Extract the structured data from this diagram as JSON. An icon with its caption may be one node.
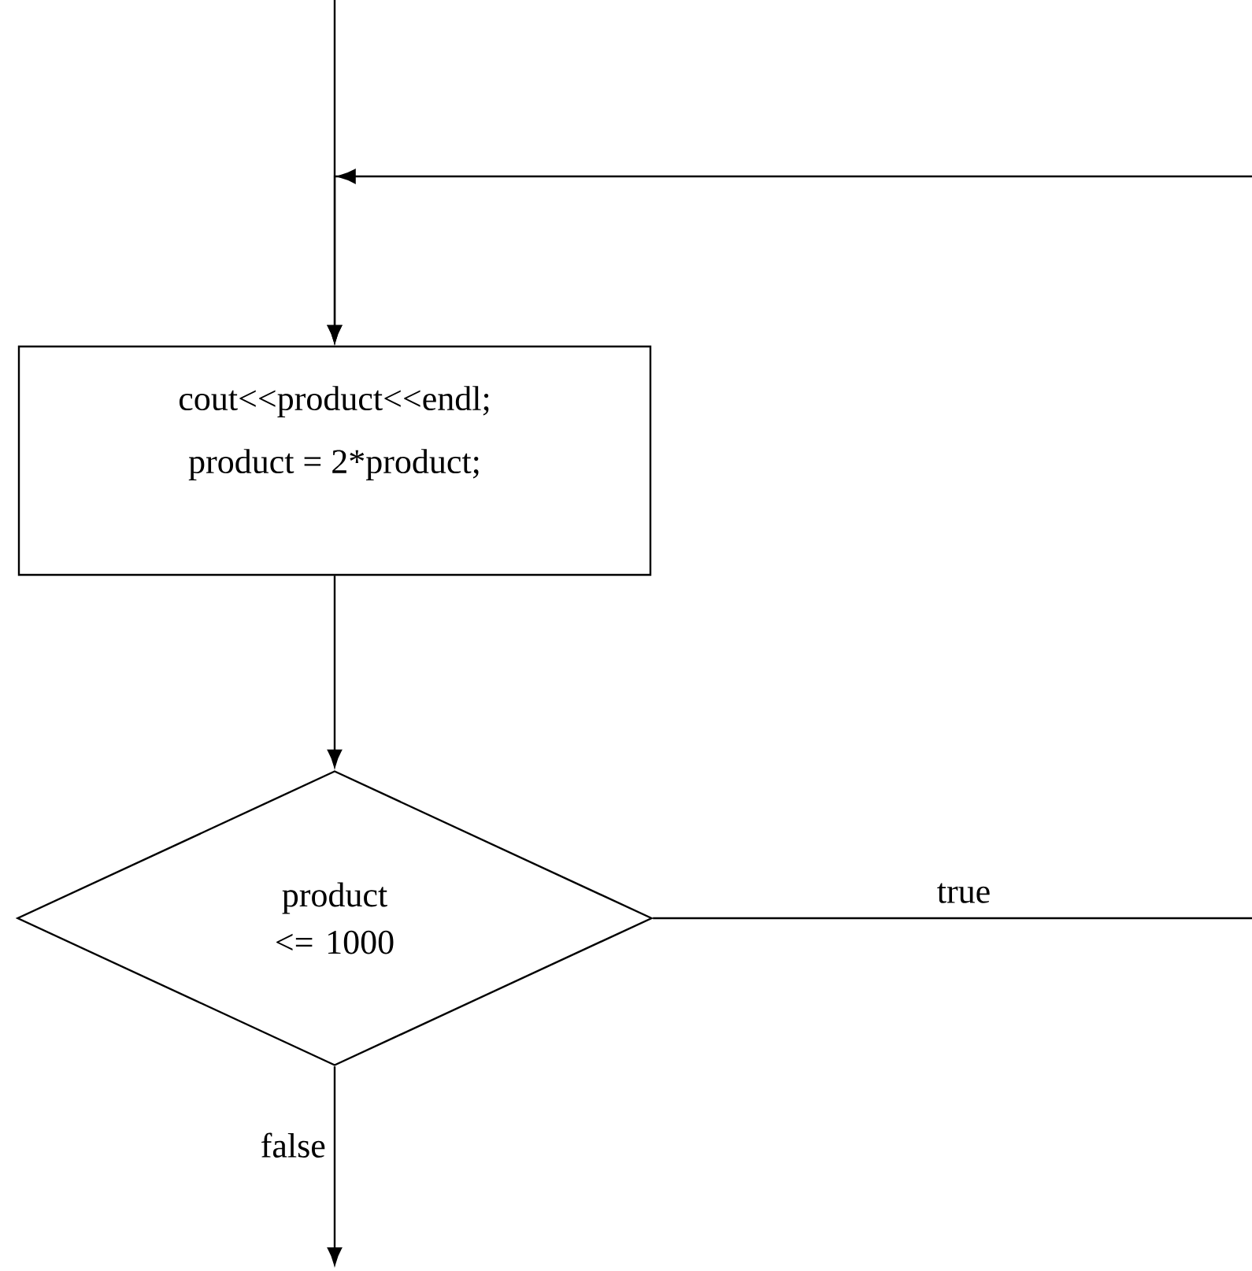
{
  "diagram": {
    "nodes": [
      {
        "text": [
          "cout<<product<<endl;",
          "product = 2*product;"
        ]
      },
      {
        "text": [
          "product <= 1000"
        ]
      }
    ],
    "edges": [
      {
        "from": null,
        "to": 0,
        "arrow": "to"
      },
      {
        "from": 0,
        "to": 1,
        "arrow": "to"
      },
      {
        "from": 1,
        "to": 0,
        "arrow": "to",
        "label": "true"
      },
      {
        "from": 1,
        "to": null,
        "arrow": "to",
        "label": "false"
      }
    ]
  }
}
